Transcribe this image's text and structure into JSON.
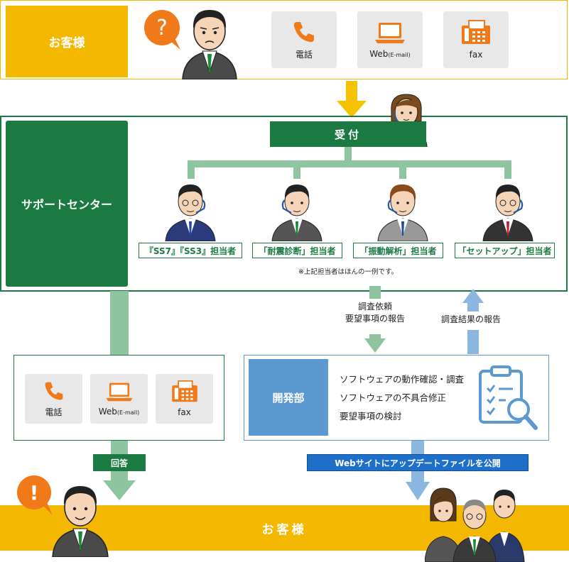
{
  "customer_top": {
    "label": "お客様"
  },
  "contacts_top": [
    {
      "label": "電話",
      "icon": "phone-icon"
    },
    {
      "label": "Web",
      "sub": "(E-mail)",
      "icon": "laptop-icon"
    },
    {
      "label": "fax",
      "icon": "fax-icon"
    }
  ],
  "support_center": {
    "label": "サポートセンター",
    "reception": "受付",
    "roles": [
      "『SS7』『SS3』担当者",
      "「耐震診断」担当者",
      "「振動解析」担当者",
      "「セットアップ」担当者"
    ],
    "note": "※上記担当者はほんの一例です。"
  },
  "arrows": {
    "request_line1": "調査依頼",
    "request_line2": "要望事項の報告",
    "result": "調査結果の報告"
  },
  "contacts_answer": [
    {
      "label": "電話",
      "icon": "phone-icon"
    },
    {
      "label": "Web",
      "sub": "(E-mail)",
      "icon": "laptop-icon"
    },
    {
      "label": "fax",
      "icon": "fax-icon"
    }
  ],
  "answer_tag": "回答",
  "dev": {
    "label": "開発部",
    "tasks": [
      "ソフトウェアの動作確認・調査",
      "ソフトウェアの不具合修正",
      "要望事項の検討"
    ]
  },
  "web_publish": "Webサイトにアップデートファイルを公開",
  "customer_bottom": {
    "label": "お客様"
  },
  "colors": {
    "yellow": "#f5b800",
    "green": "#1a7a42",
    "light_green": "#8fc4a0",
    "blue": "#5b99d0",
    "dark_blue": "#1e6fc9",
    "orange": "#f07a1a"
  }
}
